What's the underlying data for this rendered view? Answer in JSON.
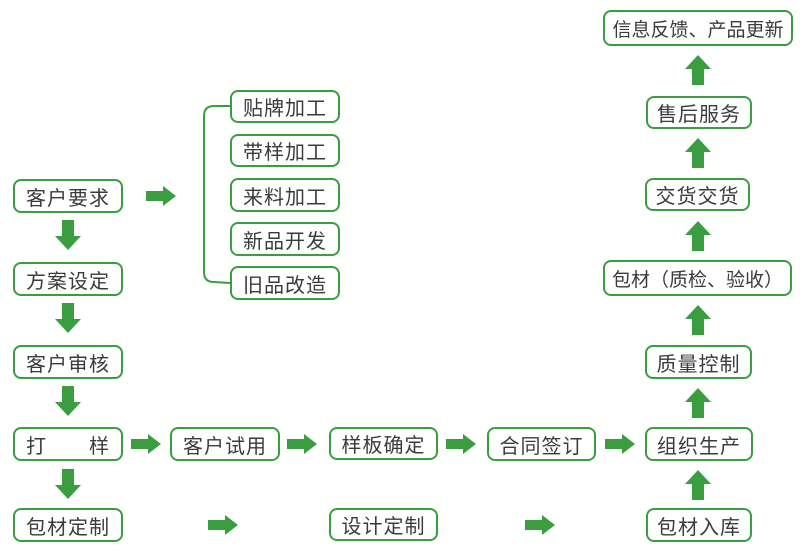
{
  "colors": {
    "accent_green": "#3a9e41",
    "text_color": "#3b3b3b",
    "background": "#ffffff"
  },
  "flowchart": {
    "nodes": {
      "customer_requirements": "客户要求",
      "plan_setting": "方案设定",
      "customer_review": "客户审核",
      "sampling": "打　　样",
      "packaging_customization": "包材定制",
      "oem_processing": "贴牌加工",
      "sample_processing": "带样加工",
      "incoming_material_processing": "来料加工",
      "new_product_development": "新品开发",
      "old_product_renovation": "旧品改造",
      "customer_trial": "客户试用",
      "sample_confirmation": "样板确定",
      "contract_signing": "合同签订",
      "production_organization": "组织生产",
      "design_customization": "设计定制",
      "packaging_inbound": "包材入库",
      "quality_control": "质量控制",
      "packaging_inspection": "包材（质检、验收）",
      "delivery": "交货交货",
      "after_sales_service": "售后服务",
      "feedback_product_update": "信息反馈、产品更新"
    }
  }
}
